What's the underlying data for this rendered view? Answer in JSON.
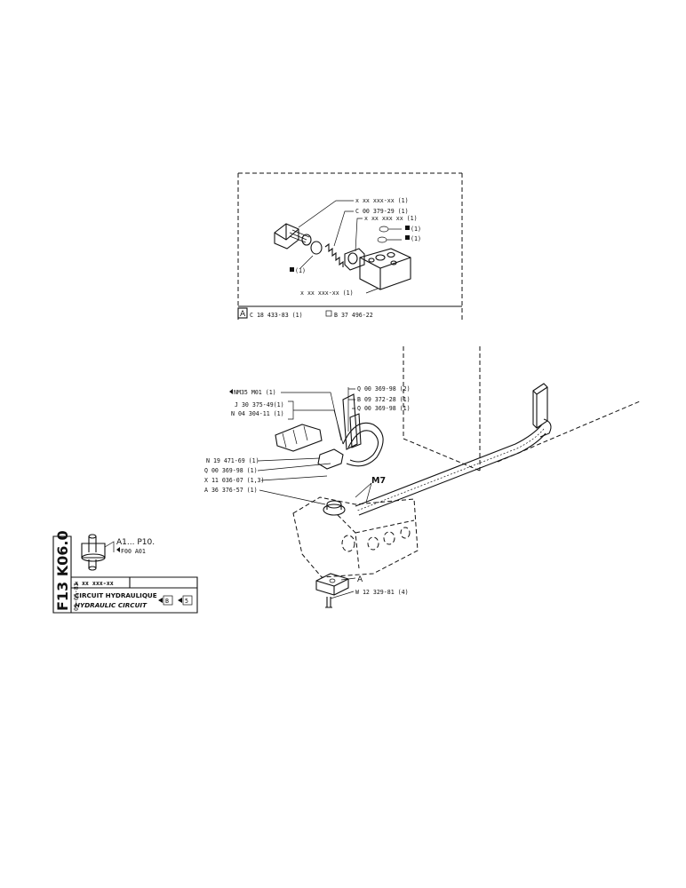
{
  "detail_box": {
    "plug_ref": "x xx xxx-xx (1)",
    "spring_ref": "C 00 379-29 (1)",
    "body_ref": "x xx xxx xx (1)",
    "oring_ref_1": "(1)",
    "oring_ref_2": "(1)",
    "left_ref": "(1)",
    "block_ref": "x xx xxx-xx (1)",
    "footer_letter": "A",
    "footer_ref": "C 18 433-83 (1)",
    "footer_ref2": "B 37 496-22"
  },
  "callouts": {
    "nm35": "NM35 M01 (1)",
    "j30": "J 30 375-49(1)",
    "n04": "N 04 304-11 (1)",
    "q_top": "Q 00 369-98 (2)",
    "b09": "B 09 372-28 (1)",
    "q_mid": "Q 00 369-98 (1)",
    "n19": "N 19 471-69 (1)",
    "q_left": "Q 00 369-98 (1)",
    "x11": "X 11 036-07 (1,3)",
    "a36": "A 36 376-57 (1)",
    "m7": "M7",
    "a_label": "A",
    "w12": "W 12 329-81 (4)"
  },
  "legend": {
    "range": "A1... P10.",
    "f00": "F00 A01"
  },
  "title_block": {
    "code": "F13 K06.0",
    "date": "09-05-83",
    "part_no": "x xx xxx-xx",
    "title_fr": "CIRCUIT HYDRAULIQUE",
    "title_en": "HYDRAULIC CIRCUIT",
    "ref_b": "B",
    "ref_5": "5"
  }
}
